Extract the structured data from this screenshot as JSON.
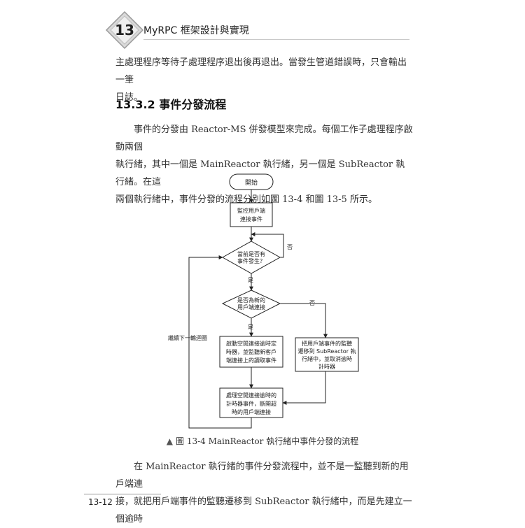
{
  "header": {
    "chapter_number": "13",
    "chapter_title": "MyRPC 框架設計與實現"
  },
  "paragraphs": {
    "intro_line1": "主處理程序等待子處理程序退出後再退出。當發生管道錯誤時，只會輸出一筆",
    "intro_line2": "日誌。"
  },
  "section": {
    "title": "13.3.2  事件分發流程"
  },
  "body": {
    "line1": "事件的分發由 Reactor-MS 併發模型來完成。每個工作子處理程序啟動兩個",
    "line2": "執行緒，其中一個是 MainReactor 執行緒，另一個是 SubReactor 執行緒。在這",
    "line3": "兩個執行緒中，事件分發的流程分別如圖 13-4 和圖 13-5 所示。"
  },
  "flowchart": {
    "start": "開始",
    "listen_line1": "監控用戶端",
    "listen_line2": "連接事件",
    "decision1_line1": "當前是否有",
    "decision1_line2": "事件發生？",
    "decision1_no": "否",
    "decision1_yes": "是",
    "decision2_line1": "是否為新的",
    "decision2_line2": "用戶端連接",
    "decision2_no": "否",
    "decision2_yes": "是",
    "loop_label": "繼續下一輪迴圈",
    "left_box_line1": "啟動空閒連接逾時定",
    "left_box_line2": "時器，並監聽新客戶",
    "left_box_line3": "端連接上的讀取事件",
    "right_box_line1": "把用戶端事件的監聽",
    "right_box_line2": "遷移到 SubReactor 執",
    "right_box_line3": "行緒中，並取消逾時",
    "right_box_line4": "計時器",
    "bottom_box_line1": "處理空閒連接逾時的",
    "bottom_box_line2": "計時器事件，斷開超",
    "bottom_box_line3": "時的用戶端連接"
  },
  "caption": {
    "marker": "▲",
    "text": "圖 13-4  MainReactor 執行緒中事件分發的流程"
  },
  "closing": {
    "line1": "在 MainReactor 執行緒的事件分發流程中，並不是一監聽到新的用戶端連",
    "line2": "接，就把用戶端事件的監聽遷移到 SubReactor 執行緒中，而是先建立一個逾時"
  },
  "footer": {
    "page_number": "13-12"
  }
}
